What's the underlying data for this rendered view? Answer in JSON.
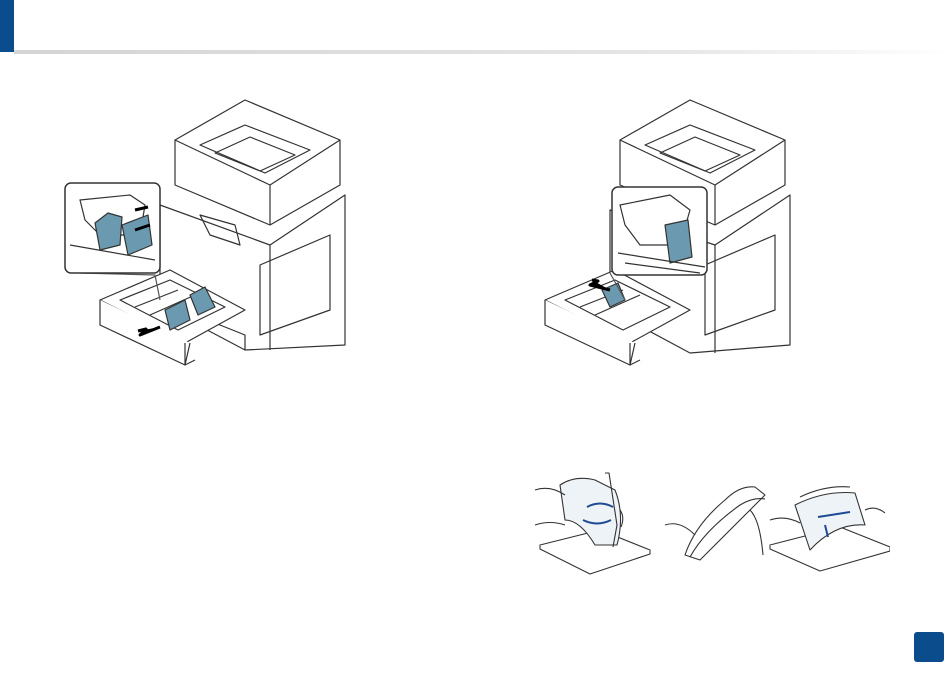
{
  "page": {
    "accent_color": "#0b4c8c",
    "highlight_color": "#6b9ab0",
    "arrow_color": "#1e4b93",
    "page_number": ""
  },
  "figures": [
    {
      "id": "guide-adjust-left",
      "icon": "printer-tray-guide-illustration"
    },
    {
      "id": "guide-adjust-right",
      "icon": "printer-tray-guide-illustration"
    },
    {
      "id": "paper-fan",
      "icon": "flex-fan-align-paper-illustration"
    }
  ]
}
